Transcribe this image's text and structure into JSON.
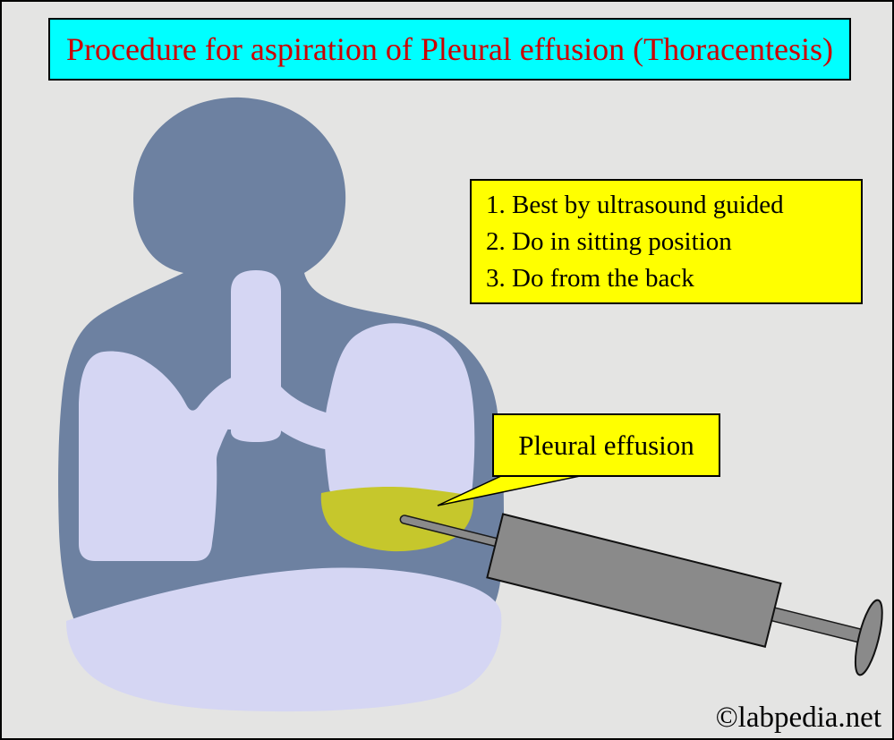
{
  "header": {
    "title": "Procedure for aspiration of Pleural effusion (Thoracentesis)"
  },
  "notes": {
    "items": [
      "1. Best by ultrasound guided",
      "2. Do in sitting position",
      "3. Do from the back"
    ]
  },
  "callout": {
    "label": "Pleural effusion"
  },
  "watermark": {
    "text": "©labpedia.net"
  },
  "colors": {
    "background": "#e4e4e3",
    "banner_background": "#00ffff",
    "banner_text": "#cc0000",
    "note_background": "#ffff00",
    "body_silhouette": "#6d81a1",
    "lungs": "#d5d6f3",
    "effusion_fluid": "#c6c72c",
    "syringe": "#8a8a8a",
    "outline": "#000000"
  }
}
